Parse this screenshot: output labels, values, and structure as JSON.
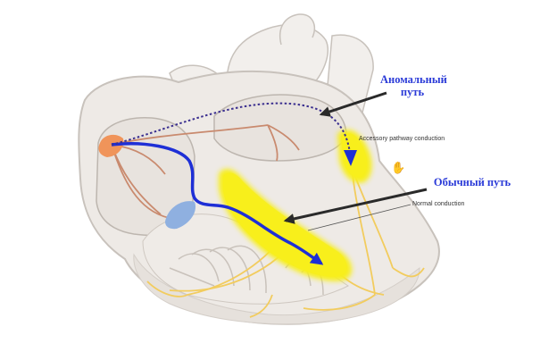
{
  "labels": {
    "abnormal_pathway_ru": "Аномальный путь",
    "normal_pathway_ru": "Обычный путь",
    "accessory_pathway_en": "Accessory pathway conduction",
    "normal_conduction_en": "Normal conduction"
  },
  "colors": {
    "pathway_blue": "#1e2fd6",
    "accessory_dotted": "#3b2f8f",
    "label_blue": "#2b3bd8",
    "highlight_yellow": "#f7ee1c",
    "sa_node_orange": "#f0945a",
    "av_node_blue": "#8fb0e0",
    "purkinje_yellow": "#f2cc5e",
    "heart_tissue": "#eeeae6",
    "heart_outline": "#c8c2bc",
    "pointer_dark": "#2a2a2a"
  },
  "icons": [
    "hand-cursor-icon"
  ]
}
